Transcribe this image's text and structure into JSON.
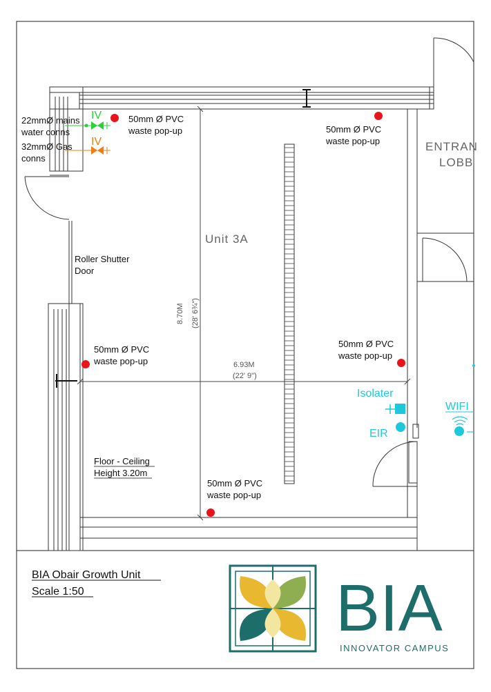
{
  "plan": {
    "unit_label": "Unit 3A",
    "entrance_label_1": "ENTRAN",
    "entrance_label_2": "LOBB",
    "roller_shutter_1": "Roller Shutter",
    "roller_shutter_2": "Door",
    "water_label_1": "22mmØ mains",
    "water_label_2": "water conns",
    "gas_label_1": "32mmØ Gas",
    "gas_label_2": "conns",
    "iv_water": "IV",
    "iv_gas": "IV",
    "waste_top_left_1": "50mm Ø PVC",
    "waste_top_left_2": "waste pop-up",
    "waste_top_right_1": "50mm Ø PVC",
    "waste_top_right_2": "waste pop-up",
    "waste_mid_left_1": "50mm Ø PVC",
    "waste_mid_left_2": "waste pop-up",
    "waste_mid_right_1": "50mm Ø PVC",
    "waste_mid_right_2": "waste pop-up",
    "waste_bottom_1": "50mm Ø PVC",
    "waste_bottom_2": "waste pop-up",
    "dim_vertical_m": "8.70M",
    "dim_vertical_ft": "(28' 6¾\")",
    "dim_horizontal_m": "6.93M",
    "dim_horizontal_ft": "(22' 9\")",
    "isolater": "Isolater",
    "eir": "EIR",
    "wifi": "WIFI",
    "floor_ceiling_1": "Floor - Ceiling",
    "floor_ceiling_2": "Height 3.20m"
  },
  "title_block": {
    "title": "BIA Obair Growth Unit",
    "scale": "Scale 1:50"
  },
  "brand": {
    "name": "BIA",
    "tagline": "INNOVATOR CAMPUS"
  },
  "colors": {
    "waste_dot": "#e8141c",
    "service_cyan": "#1ec8dc",
    "water_green": "#2bcf3a",
    "gas_orange": "#f07d12",
    "brand_teal": "#1d6e6a",
    "logo_yellow": "#e8b830",
    "logo_green": "#8fae52",
    "logo_teal": "#1d6e6a",
    "logo_pale": "#f2e6a0"
  }
}
